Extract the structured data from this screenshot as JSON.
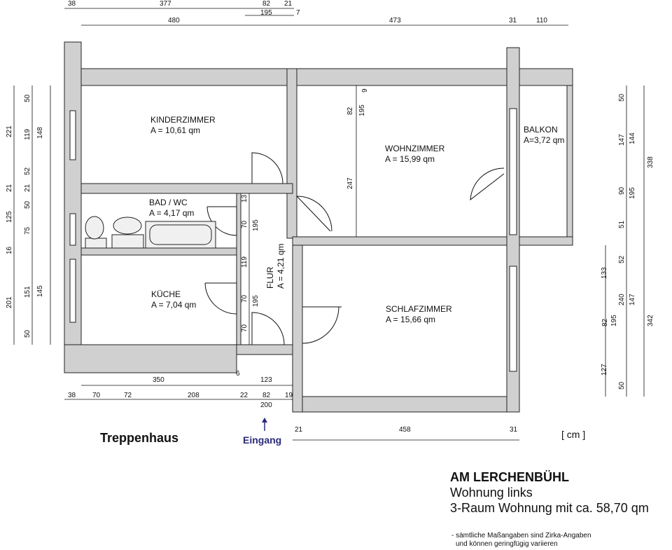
{
  "rooms": {
    "kinderzimmer": {
      "name": "KINDERZIMMER",
      "area": "A = 10,61 qm"
    },
    "wohnzimmer": {
      "name": "WOHNZIMMER",
      "area": "A = 15,99 qm"
    },
    "balkon": {
      "name": "BALKON",
      "area": "A=3,72 qm"
    },
    "bad": {
      "name": "BAD / WC",
      "area": "A = 4,17 qm"
    },
    "flur": {
      "name": "FLUR",
      "area": "A = 4,21 qm"
    },
    "kueche": {
      "name": "KÜCHE",
      "area": "A = 7,04 qm"
    },
    "schlafzimmer": {
      "name": "SCHLAFZIMMER",
      "area": "A = 15,66 qm"
    }
  },
  "labels": {
    "treppenhaus": "Treppenhaus",
    "eingang": "Eingang",
    "unit": "[ cm ]"
  },
  "title_block": {
    "title": "AM LERCHENBÜHL",
    "line1": "Wohnung links",
    "line2": "3-Raum Wohnung mit ca. 58,70 qm",
    "note_line1": "- sämtliche Maßangaben sind Zirka-Angaben",
    "note_line2": "und können geringfügig variieren"
  },
  "dimensions": {
    "top_row1": [
      "38",
      "377",
      "82",
      "21"
    ],
    "top_row2": [
      "195",
      "7"
    ],
    "top_row3": [
      "480",
      "473",
      "31",
      "110"
    ],
    "left_outer": [
      "221",
      "21",
      "125",
      "16",
      "201"
    ],
    "left_middle": [
      "50",
      "119",
      "52",
      "21",
      "50",
      "75",
      "151",
      "50"
    ],
    "left_inner": [
      "148",
      "145"
    ],
    "right_col1": [
      "50",
      "147",
      "90",
      "51",
      "52",
      "240",
      "82",
      "50"
    ],
    "right_col2": [
      "144",
      "195",
      "147",
      "195"
    ],
    "right_col3": [
      "338",
      "342"
    ],
    "right_col4": [
      "133",
      "127"
    ],
    "bottom_row1": [
      "350",
      "6",
      "123"
    ],
    "bottom_row2": [
      "38",
      "70",
      "72",
      "208",
      "22",
      "82",
      "19"
    ],
    "bottom_row3": [
      "200"
    ],
    "bottom_row4": [
      "21",
      "458",
      "31"
    ],
    "inner_flur": [
      "13",
      "70",
      "195",
      "119",
      "70",
      "195",
      "70"
    ],
    "inner_wohn": [
      "9",
      "82",
      "195",
      "247"
    ]
  }
}
